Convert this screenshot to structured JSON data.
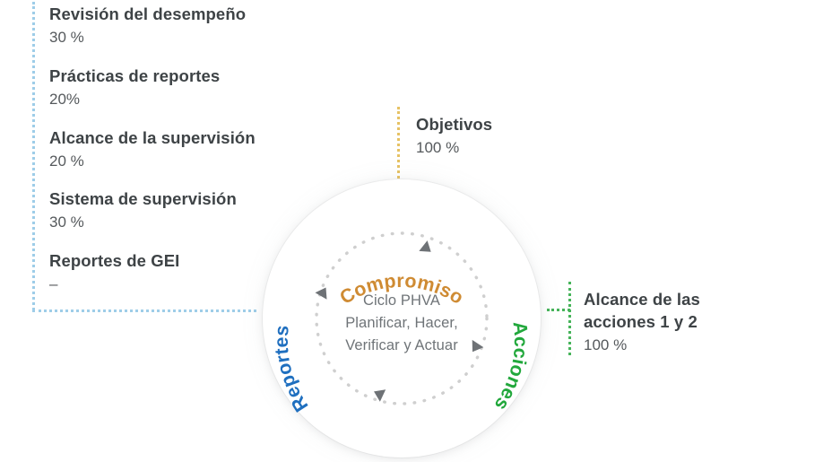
{
  "colors": {
    "text_primary": "#3e4346",
    "text_secondary": "#55595c",
    "center_text": "#6f7478",
    "connector_blue": "#9ecde8",
    "connector_orange": "#e6c264",
    "connector_green": "#46b45a",
    "compromiso": "#cf8b33",
    "acciones": "#22a83c",
    "reportes": "#1f6fbf",
    "arrow_gray": "#6e7276",
    "ring_dots": "#cfcfcf"
  },
  "left_panel": {
    "metrics": [
      {
        "label": "Revisión del desempeño",
        "value": "30 %"
      },
      {
        "label": "Prácticas de reportes",
        "value": "20%"
      },
      {
        "label": "Alcance de la supervisión",
        "value": "20 %"
      },
      {
        "label": "Sistema de supervisión",
        "value": "30 %"
      },
      {
        "label": "Reportes de GEI",
        "value": "–"
      }
    ]
  },
  "callouts": {
    "objetivos": {
      "title": "Objetivos",
      "value": "100 %"
    },
    "acciones": {
      "title_line1": "Alcance de las",
      "title_line2": "acciones 1 y 2",
      "value": "100 %"
    }
  },
  "cycle": {
    "arc_labels": {
      "top": "Compromiso",
      "right": "Acciones",
      "left": "Reportes"
    },
    "center": {
      "line1": "Ciclo PHVA",
      "line2": "Planificar, Hacer,",
      "line3": "Verificar y Actuar"
    },
    "arrow_count": 4,
    "direction": "clockwise"
  }
}
